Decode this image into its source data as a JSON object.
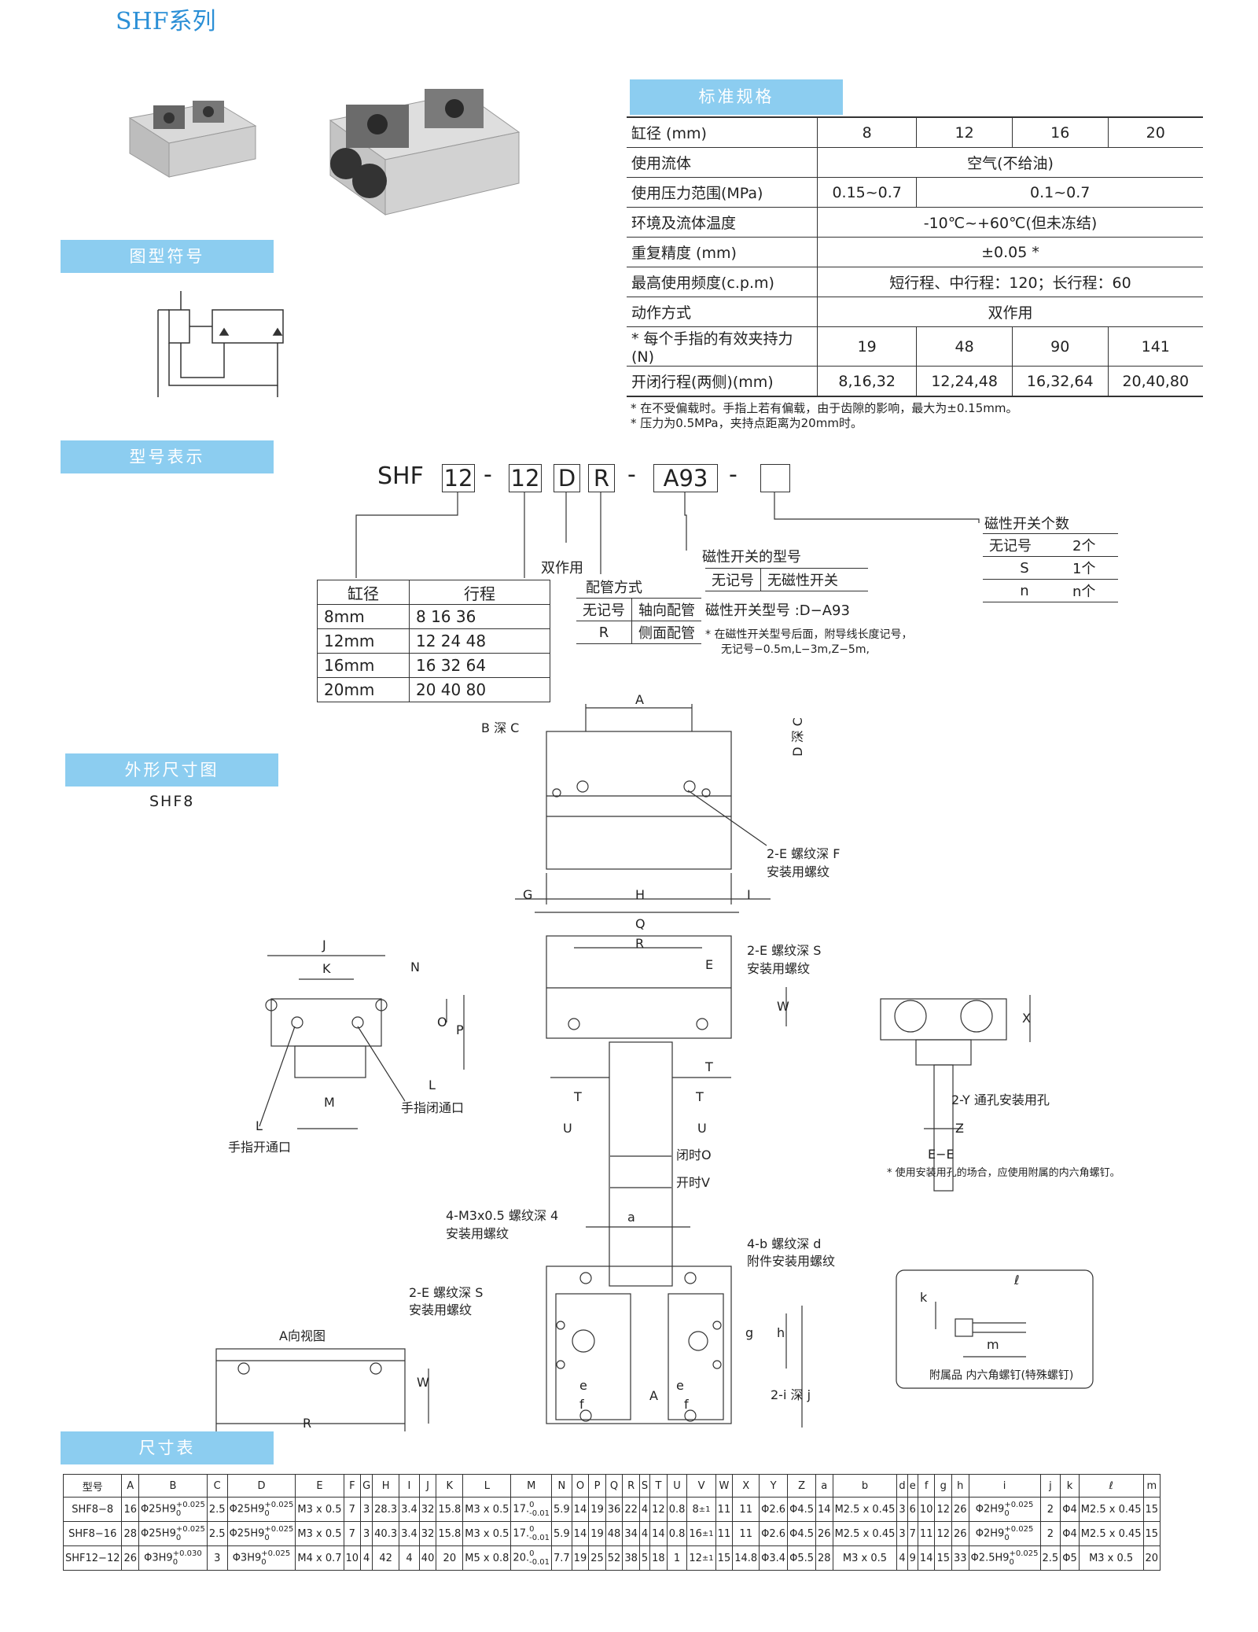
{
  "series_title": "SHF系列",
  "sections": {
    "symbol": "图型符号",
    "model": "型号表示",
    "outline": "外形尺寸图",
    "spec": "标准规格",
    "dimtable": "尺寸表"
  },
  "outline_model": "SHF8",
  "spec": {
    "rows": [
      {
        "label": "缸径 (mm)",
        "cells": [
          [
            "8",
            1
          ],
          [
            "12",
            1
          ],
          [
            "16",
            1
          ],
          [
            "20",
            1
          ]
        ]
      },
      {
        "label": "使用流体",
        "cells": [
          [
            "空气(不给油)",
            4
          ]
        ]
      },
      {
        "label": "使用压力范围(MPa)",
        "cells": [
          [
            "0.15~0.7",
            1
          ],
          [
            "0.1~0.7",
            3
          ]
        ]
      },
      {
        "label": "环境及流体温度",
        "cells": [
          [
            "-10℃~+60℃(但未冻结)",
            4
          ]
        ]
      },
      {
        "label": "重复精度 (mm)",
        "cells": [
          [
            "±0.05 *",
            4
          ]
        ]
      },
      {
        "label": "最高使用频度(c.p.m)",
        "cells": [
          [
            "短行程、中行程：120；长行程：60",
            4
          ]
        ]
      },
      {
        "label": "动作方式",
        "cells": [
          [
            "双作用",
            4
          ]
        ]
      },
      {
        "label": "* 每个手指的有效夹持力(N)",
        "cells": [
          [
            "19",
            1
          ],
          [
            "48",
            1
          ],
          [
            "90",
            1
          ],
          [
            "141",
            1
          ]
        ]
      },
      {
        "label": "开闭行程(两侧)(mm)",
        "cells": [
          [
            "8,16,32",
            1
          ],
          [
            "12,24,48",
            1
          ],
          [
            "16,32,64",
            1
          ],
          [
            "20,40,80",
            1
          ]
        ]
      }
    ],
    "notes": [
      "* 在不受偏载时。手指上若有偏载，由于齿隙的影响，最大为±0.15mm。",
      "* 压力为0.5MPa，夹持点距离为20mm时。"
    ]
  },
  "model_code": {
    "prefix": "SHF",
    "bore": "12",
    "dash": "-",
    "stroke": "12",
    "action": "D",
    "port": "R",
    "sensor": "A93",
    "count": "",
    "label_action": "双作用",
    "label_port": "配管方式",
    "port_rows": [
      [
        "无记号",
        "轴向配管"
      ],
      [
        "R",
        "侧面配管"
      ]
    ],
    "label_sensor": "磁性开关的型号",
    "sensor_rows": [
      [
        "无记号",
        "无磁性开关"
      ]
    ],
    "sensor_model": "磁性开关型号 :D−A93",
    "sensor_note": [
      "* 在磁性开关型号后面，附导线长度记号，",
      "无记号−0.5m,L−3m,Z−5m,"
    ],
    "label_count": "磁性开关个数",
    "count_rows": [
      [
        "无记号",
        "2个"
      ],
      [
        "S",
        "1个"
      ],
      [
        "n",
        "n个"
      ]
    ],
    "stroke_table": {
      "headers": [
        "缸径",
        "行程"
      ],
      "rows": [
        [
          "8mm",
          "8   16   36"
        ],
        [
          "12mm",
          "12   24   48"
        ],
        [
          "16mm",
          "16   32   64"
        ],
        [
          "20mm",
          "20   40   80"
        ]
      ]
    }
  },
  "drawing_labels": {
    "A": "A",
    "B": "B 深 C",
    "D": "D 深 C",
    "G": "G",
    "H": "H",
    "I": "I",
    "E_screw": "2-E 螺纹深 F",
    "mount": "安装用螺纹",
    "J": "J",
    "K": "K",
    "N": "N",
    "O": "O",
    "P": "P",
    "M": "M",
    "L": "L",
    "close_port": "手指闭通口",
    "open_port": "手指开通口",
    "Q": "Q",
    "R": "R",
    "E": "E",
    "S_screw": "2-E 螺纹深 S",
    "W": "W",
    "T": "T",
    "U": "U",
    "close_O": "闭时O",
    "open_V": "开时V",
    "X": "X",
    "Y_hole": "2-Y 通孔安装用孔",
    "Z": "Z",
    "EE": "E−E",
    "hex_note": "* 使用安装用孔的场合，应使用附属的内六角螺钉。",
    "m3": "4-M3x0.5 螺纹深 4",
    "a": "a",
    "b_screw": "4-b 螺纹深 d",
    "attach": "附件安装用螺纹",
    "g": "g",
    "h": "h",
    "e": "e",
    "f": "f",
    "i_depth": "2-i 深 j",
    "Aarrow": "A",
    "A_view": "A向视图",
    "k": "k",
    "ell": "ℓ",
    "m": "m",
    "accessory": "附属品 内六角螺钉(特殊螺钉)"
  },
  "dim_table": {
    "headers": [
      "型号",
      "A",
      "B",
      "C",
      "D",
      "E",
      "F",
      "G",
      "H",
      "I",
      "J",
      "K",
      "L",
      "M",
      "N",
      "O",
      "P",
      "Q",
      "R",
      "S",
      "T",
      "U",
      "V",
      "W",
      "X",
      "Y",
      "Z",
      "a",
      "b",
      "d",
      "e",
      "f",
      "g",
      "h",
      "i",
      "j",
      "k",
      "ℓ",
      "m"
    ],
    "rows": [
      [
        "SHF8−8",
        "16",
        "Φ25H9",
        "2.5",
        "Φ25H9",
        "M3 x 0.5",
        "7",
        "3",
        "28.3",
        "3.4",
        "32",
        "15.8",
        "M3 x 0.5",
        "17.",
        "5.9",
        "14",
        "19",
        "36",
        "22",
        "4",
        "12",
        "0.8",
        "8",
        "11",
        "11",
        "Φ2.6",
        "Φ4.5",
        "14",
        "M2.5 x 0.45",
        "3",
        "6",
        "10",
        "12",
        "26",
        "Φ2H9",
        "2",
        "Φ4",
        "M2.5 x 0.45",
        "15"
      ],
      [
        "SHF8−16",
        "28",
        "Φ25H9",
        "2.5",
        "Φ25H9",
        "M3 x 0.5",
        "7",
        "3",
        "40.3",
        "3.4",
        "32",
        "15.8",
        "M3 x 0.5",
        "17.",
        "5.9",
        "14",
        "19",
        "48",
        "34",
        "4",
        "14",
        "0.8",
        "16",
        "11",
        "11",
        "Φ2.6",
        "Φ4.5",
        "26",
        "M2.5 x 0.45",
        "3",
        "7",
        "11",
        "12",
        "26",
        "Φ2H9",
        "2",
        "Φ4",
        "M2.5 x 0.45",
        "15"
      ],
      [
        "SHF12−12",
        "26",
        "Φ3H9",
        "3",
        "Φ3H9",
        "M4 x 0.7",
        "10",
        "4",
        "42",
        "4",
        "40",
        "20",
        "M5 x 0.8",
        "20.",
        "7.7",
        "19",
        "25",
        "52",
        "38",
        "5",
        "18",
        "1",
        "12",
        "15",
        "14.8",
        "Φ3.4",
        "Φ5.5",
        "28",
        "M3 x 0.5",
        "4",
        "9",
        "14",
        "15",
        "33",
        "Φ2.5H9",
        "2.5",
        "Φ5",
        "M3 x 0.5",
        "20"
      ]
    ],
    "tol_B": [
      "+0.025",
      "+0.025",
      "+0.030"
    ],
    "tol_D": [
      "+0.025",
      "+0.025",
      "+0.025"
    ],
    "tol_i": [
      "+0.025",
      "+0.025",
      "+0.025"
    ],
    "tol_M": [
      "0",
      "-0.01"
    ],
    "tol_V": "±1",
    "tol_zero": "0"
  }
}
